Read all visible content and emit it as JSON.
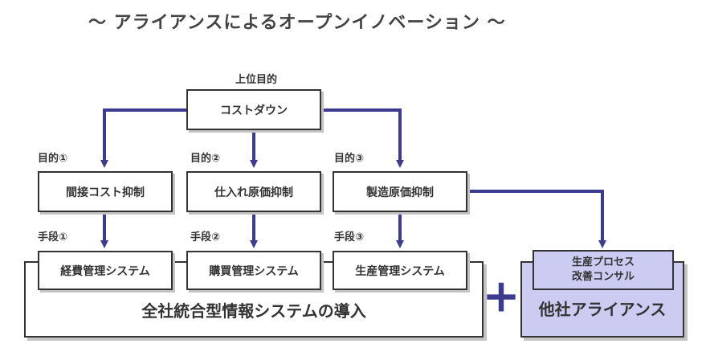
{
  "title": "～ アライアンスによるオープンイノベーション ～",
  "top": {
    "label": "上位目的",
    "box": "コストダウン"
  },
  "purposes": [
    {
      "label": "目的①",
      "box": "間接コスト抑制"
    },
    {
      "label": "目的②",
      "box": "仕入れ原価抑制"
    },
    {
      "label": "目的③",
      "box": "製造原価抑制"
    }
  ],
  "means": [
    {
      "label": "手段①",
      "box": "経費管理システム"
    },
    {
      "label": "手段②",
      "box": "購買管理システム"
    },
    {
      "label": "手段③",
      "box": "生産管理システム"
    }
  ],
  "integration": "全社統合型情報システムの導入",
  "plus_symbol": "＋",
  "partner": {
    "service_line1": "生産プロセス",
    "service_line2": "改善コンサル",
    "title": "他社アライアンス"
  },
  "colors": {
    "arrow": "#3b3b8f",
    "partner_fill": "#ccccf2",
    "border": "#333333"
  }
}
